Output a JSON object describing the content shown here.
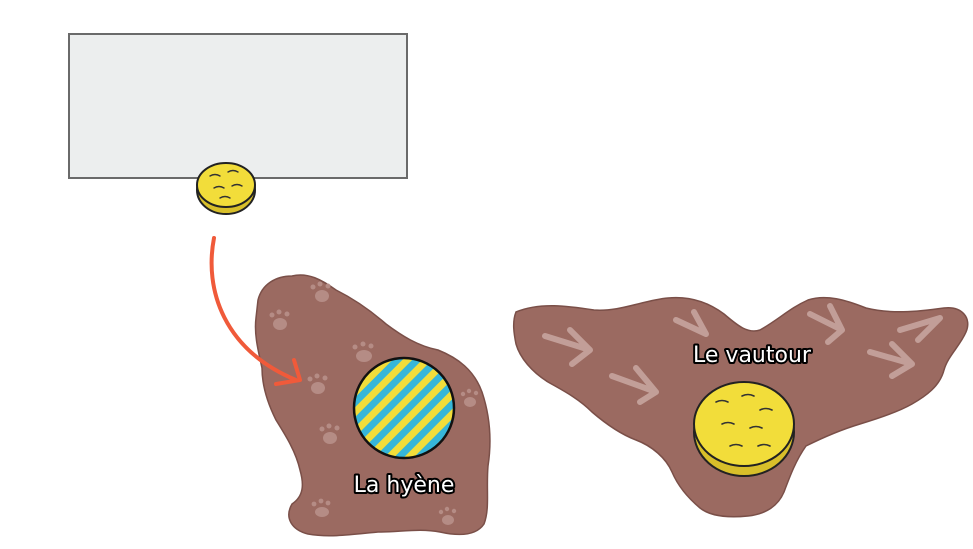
{
  "animals": [
    {
      "name": "La hyène"
    },
    {
      "name": "Le vautour"
    }
  ],
  "colors": {
    "territory": "#9b6a61",
    "board": "#eceeee",
    "coin": "#f2dd3a",
    "arrow": "#f05a3a",
    "stripe_a": "#f2dd3a",
    "stripe_b": "#36b6d9"
  },
  "icons": [
    "paw-print-icon",
    "bird-track-icon",
    "coin-token",
    "curved-arrow-icon"
  ]
}
